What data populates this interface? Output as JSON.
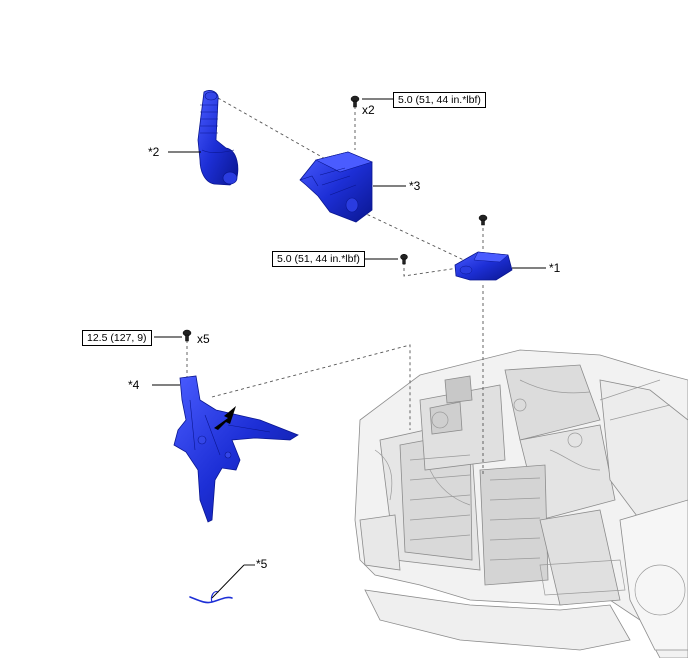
{
  "parts": [
    {
      "label": "*1"
    },
    {
      "label": "*2"
    },
    {
      "label": "*3"
    },
    {
      "label": "*4"
    },
    {
      "label": "*5"
    }
  ],
  "torque_specs": [
    {
      "value": "5.0 (51, 44 in.*lbf)"
    },
    {
      "value": "5.0 (51, 44 in.*lbf)"
    },
    {
      "value": "12.5 (127, 9)"
    }
  ],
  "quantities": [
    "x2",
    "x5"
  ],
  "colors": {
    "part": "#1d2fd6",
    "part_dark": "#0a1690",
    "engine_line": "#9a9a9a",
    "leader": "#000000"
  }
}
